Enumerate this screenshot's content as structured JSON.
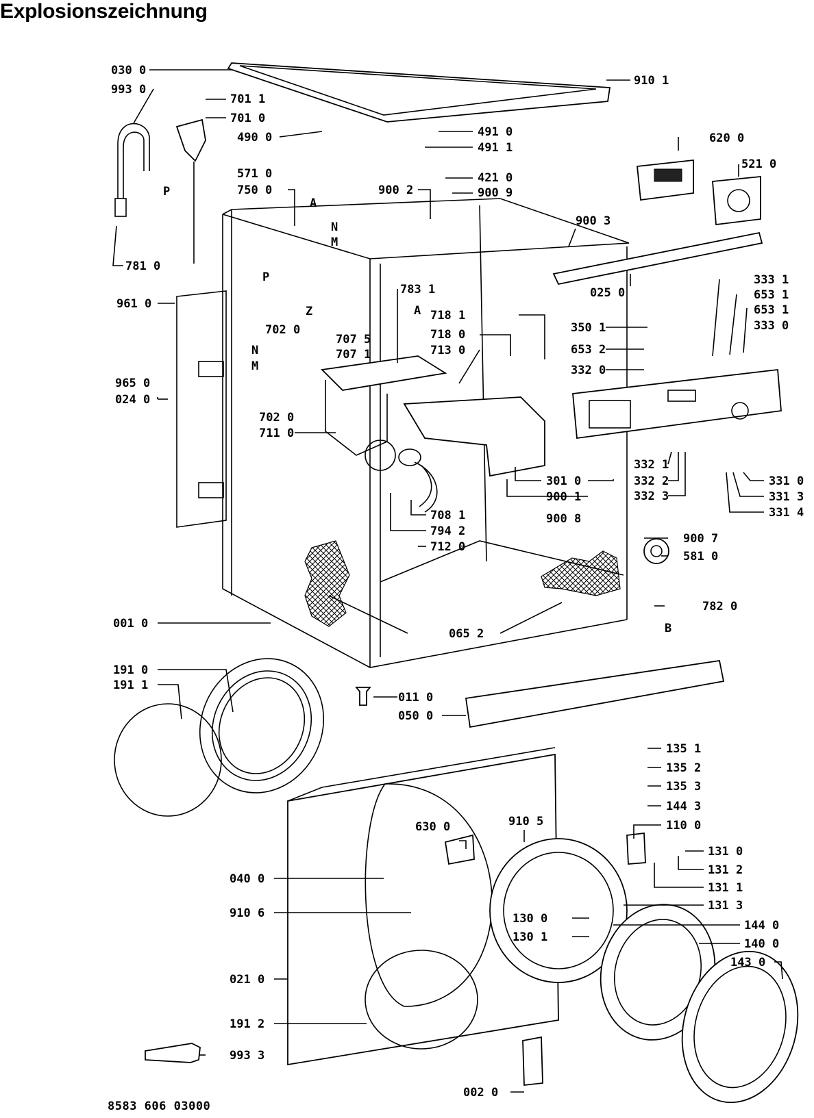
{
  "title": "Explosionszeichnung",
  "footer_code": "8583 606 03000",
  "letter_marks": [
    "A",
    "A",
    "N",
    "M",
    "N",
    "M",
    "P",
    "P",
    "Z",
    "B"
  ],
  "labels": {
    "l0300": "030 0",
    "l9930": "993 0",
    "l7011": "701 1",
    "l7010": "701 0",
    "l4900": "490 0",
    "l4910": "491 0",
    "l4911": "491 1",
    "l9101": "910 1",
    "l6200": "620 0",
    "l5210": "521 0",
    "l5710": "571 0",
    "l7500": "750 0",
    "l9002": "900 2",
    "l4210": "421 0",
    "l9009": "900 9",
    "l9003": "900 3",
    "l7810": "781 0",
    "l0250": "025 0",
    "l9610": "961 0",
    "l7831": "783 1",
    "l7181": "718 1",
    "l7180": "718 0",
    "l7130": "713 0",
    "l7020a": "702 0",
    "l7075": "707 5",
    "l7071": "707 1",
    "l3501": "350 1",
    "l3331": "333 1",
    "l6531a": "653 1",
    "l6531b": "653 1",
    "l3330": "333 0",
    "l6532": "653 2",
    "l3320": "332 0",
    "l9650": "965 0",
    "l0240": "024 0",
    "l7020b": "702 0",
    "l7110": "711 0",
    "l3010": "301 0",
    "l9001": "900 1",
    "l9008": "900 8",
    "l7081": "708 1",
    "l7942": "794 2",
    "l7120": "712 0",
    "l3321": "332 1",
    "l3322": "332 2",
    "l3323": "332 3",
    "l3310": "331 0",
    "l3313": "331 3",
    "l3314": "331 4",
    "l9007": "900 7",
    "l5810": "581 0",
    "l7820": "782 0",
    "l0010": "001 0",
    "l0652": "065 2",
    "l1910": "191 0",
    "l1911": "191 1",
    "l0110": "011 0",
    "l0500": "050 0",
    "l1351": "135 1",
    "l1352": "135 2",
    "l1353": "135 3",
    "l1443": "144 3",
    "l1100": "110 0",
    "l6300": "630 0",
    "l9105": "910 5",
    "l1310": "131 0",
    "l1312": "131 2",
    "l1311": "131 1",
    "l0400": "040 0",
    "l9106": "910 6",
    "l1313": "131 3",
    "l1300": "130 0",
    "l1301": "130 1",
    "l1440": "144 0",
    "l1400": "140 0",
    "l1430": "143 0",
    "l0210": "021 0",
    "l1912": "191 2",
    "l9933": "993 3",
    "l0020": "002 0"
  }
}
